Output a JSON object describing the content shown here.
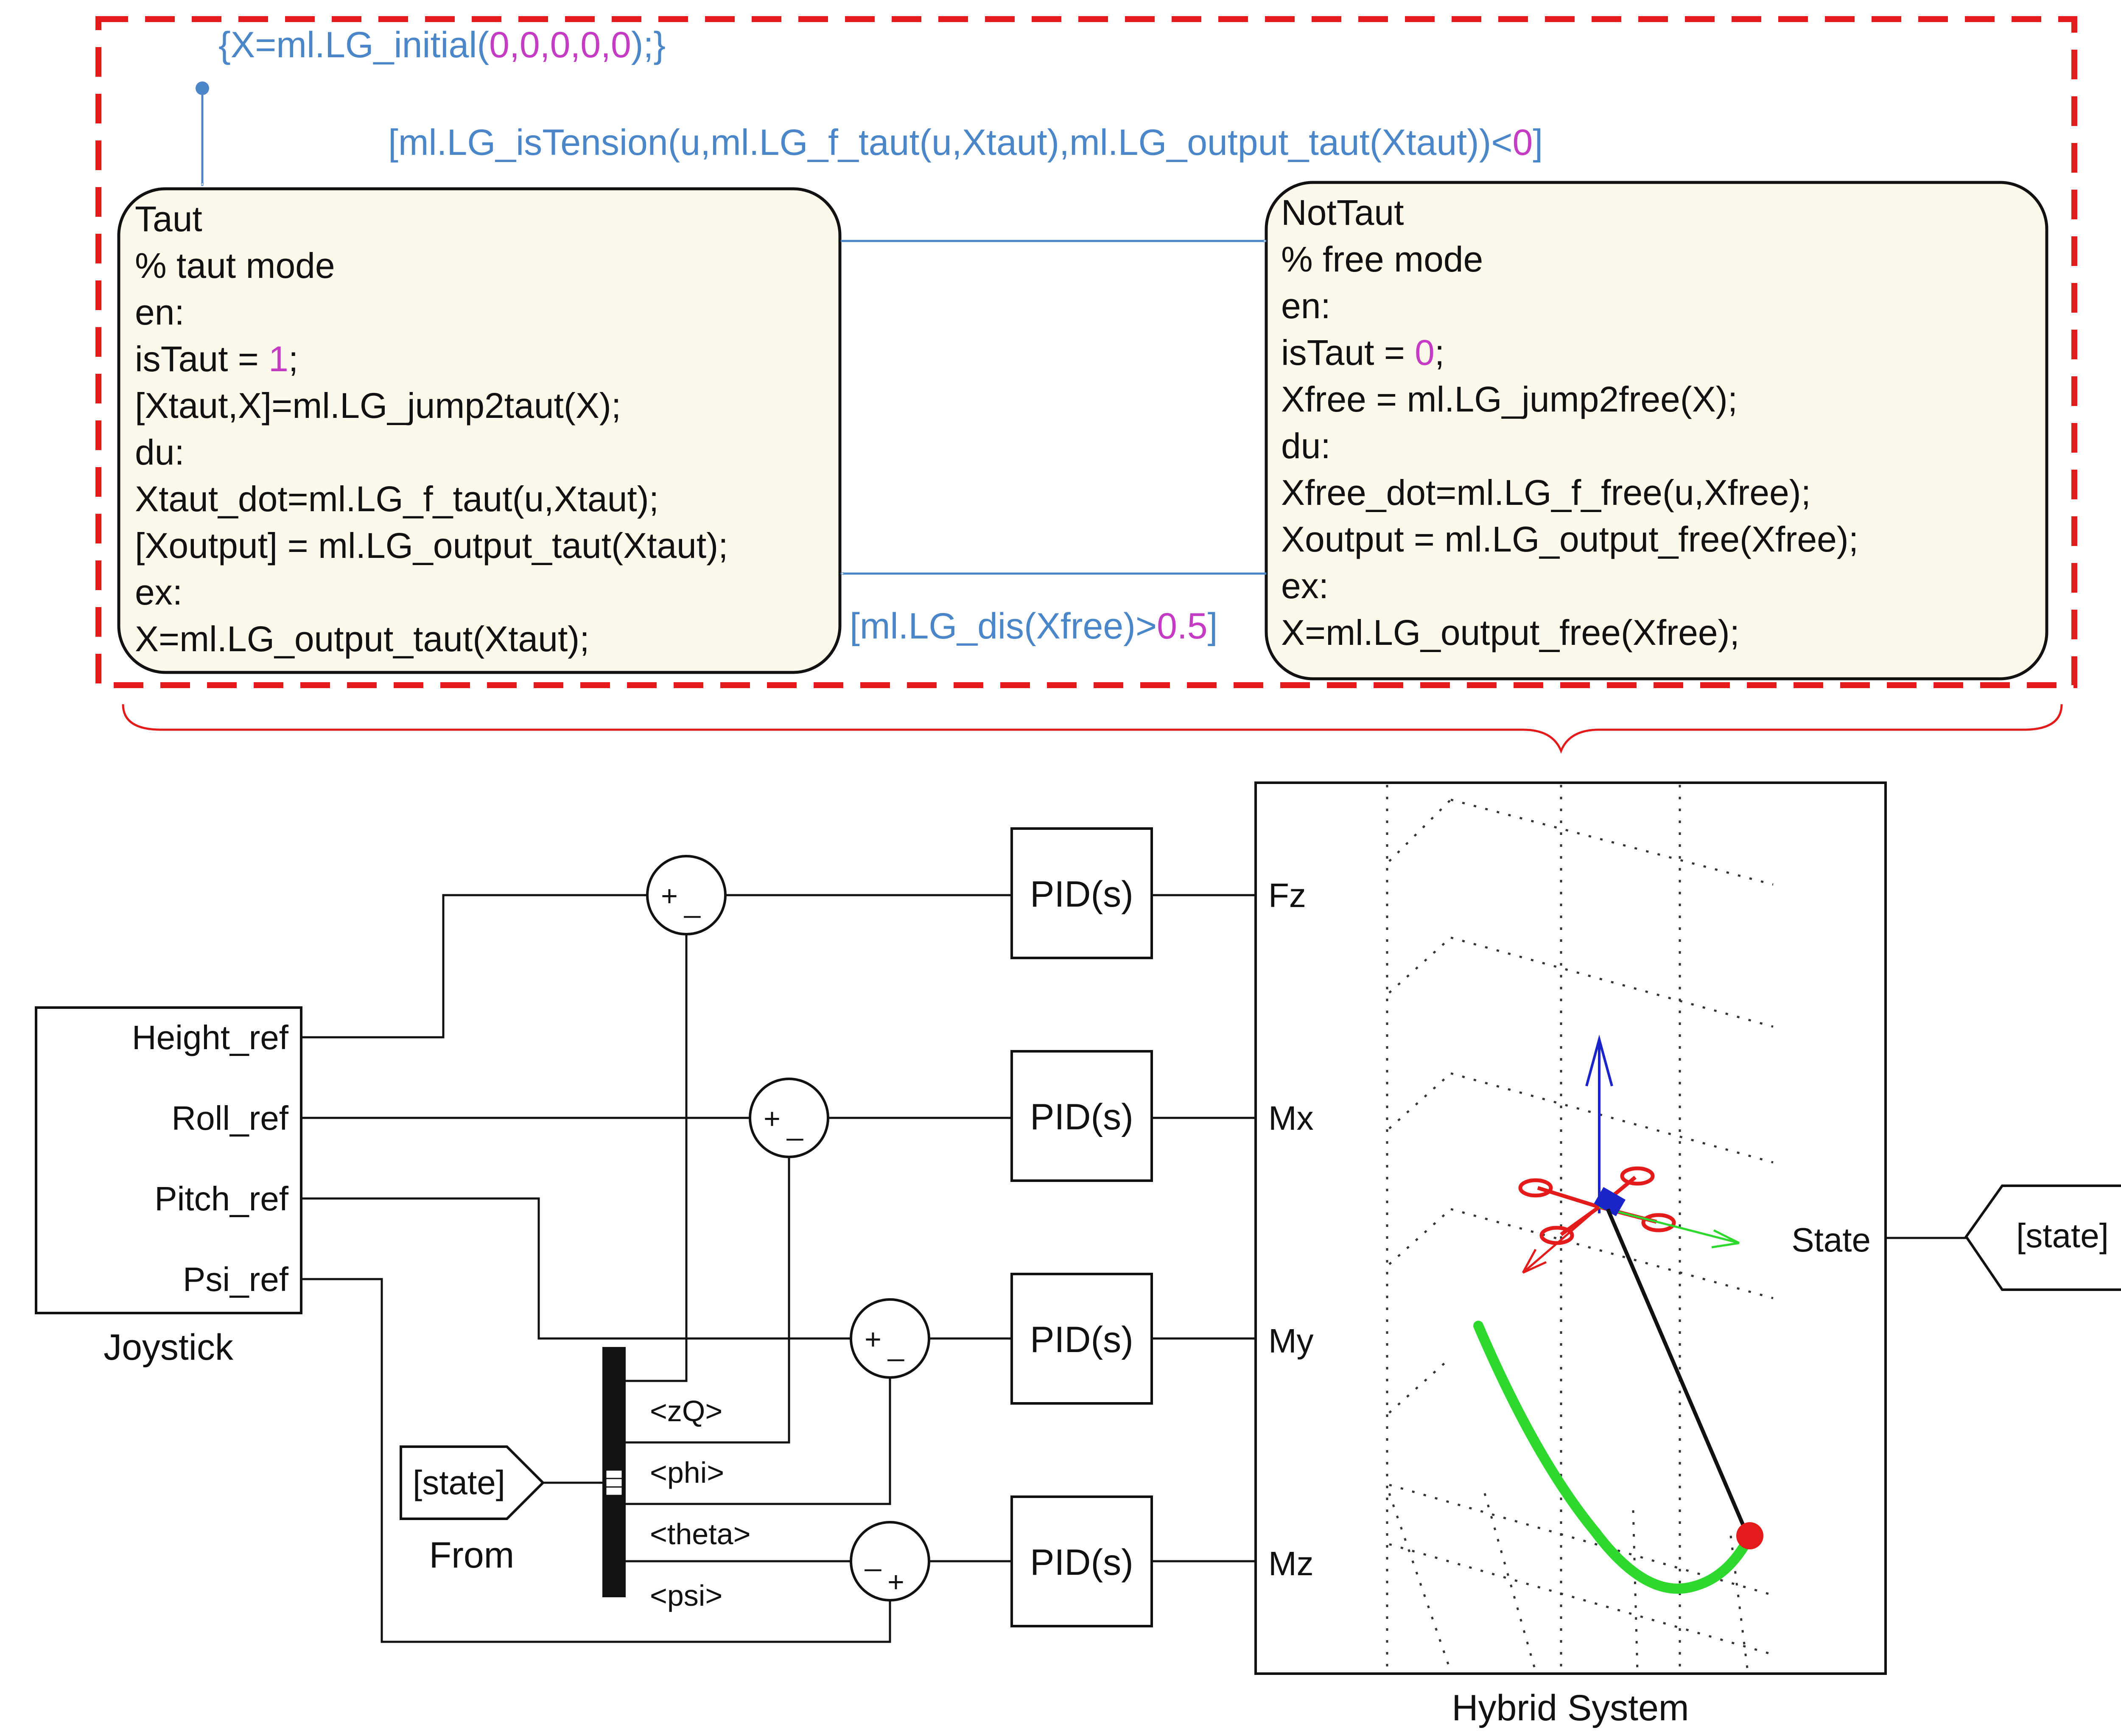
{
  "stateflow": {
    "init_action": {
      "prefix": "{X=ml.LG_initial(",
      "args": "0,0,0,0,0",
      "suffix": ");}"
    },
    "guard_to_nottaut": {
      "text": "[ml.LG_isTension(u,ml.LG_f_taut(u,Xtaut),ml.LG_output_taut(Xtaut))<",
      "num": "0",
      "close": "]"
    },
    "guard_to_taut": {
      "text": "[ml.LG_dis(Xfree)>",
      "num": "0.5",
      "close": "]"
    },
    "taut": {
      "name": "Taut",
      "comment": "% taut mode",
      "en": "en:",
      "is_prefix": "isTaut = ",
      "is_value": "1",
      "is_suffix": ";",
      "entry2": "[Xtaut,X]=ml.LG_jump2taut(X);",
      "du": "du:",
      "du1": "Xtaut_dot=ml.LG_f_taut(u,Xtaut);",
      "du2": "[Xoutput] = ml.LG_output_taut(Xtaut);",
      "ex": "ex:",
      "ex1": "X=ml.LG_output_taut(Xtaut);"
    },
    "nottaut": {
      "name": "NotTaut",
      "comment": "% free mode",
      "en": "en:",
      "is_prefix": "isTaut = ",
      "is_value": "0",
      "is_suffix": ";",
      "entry2": "Xfree = ml.LG_jump2free(X);",
      "du": "du:",
      "du1": "Xfree_dot=ml.LG_f_free(u,Xfree);",
      "du2": "Xoutput = ml.LG_output_free(Xfree);",
      "ex": "ex:",
      "ex1": "X=ml.LG_output_free(Xfree);"
    }
  },
  "simulink": {
    "joystick": {
      "label": "Joystick",
      "ports": [
        "Height_ref",
        "Roll_ref",
        "Pitch_ref",
        "Psi_ref"
      ]
    },
    "from_block": {
      "tag": "[state]",
      "label": "From"
    },
    "bus_signals": [
      "<zQ>",
      "<phi>",
      "<theta>",
      "<psi>"
    ],
    "sums": [
      {
        "top": "+",
        "bottom": "_"
      },
      {
        "top": "+",
        "bottom": "_"
      },
      {
        "top": "+",
        "bottom": "_"
      },
      {
        "top": "_",
        "bottom": "+"
      }
    ],
    "pid_label": "PID(s)",
    "hybrid": {
      "label": "Hybrid System",
      "inputs": [
        "Fz",
        "Mx",
        "My",
        "Mz"
      ],
      "output": "State"
    },
    "goto_block": {
      "tag": "[state]"
    }
  },
  "colors": {
    "transition": "#4a86c8",
    "comment": "#1a7a1a",
    "number": "#c43cc4",
    "highlight": "#e31b1b",
    "state_fill": "#fcf9ea"
  }
}
